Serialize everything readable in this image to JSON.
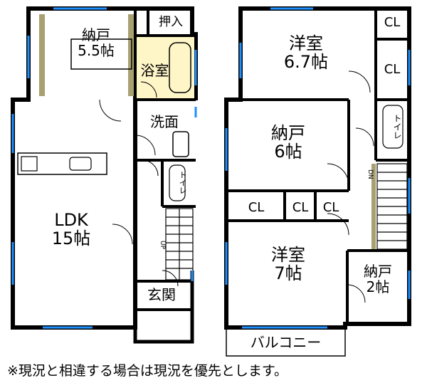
{
  "rooms": {
    "nando_1f": "納戸\n5.5帖",
    "oshiire": "押入",
    "bath": "浴室",
    "senmen": "洗面",
    "toilet_1f": "トイレ",
    "ldk": "LDK\n15帖",
    "genkan": "玄関",
    "youshitsu_67": "洋室\n6.7帖",
    "cl_a": "CL",
    "cl_b": "CL",
    "toilet_2f": "トイレ",
    "nando_6": "納戸\n6帖",
    "cl_c": "CL",
    "cl_d": "CL",
    "cl_e": "CL",
    "youshitsu_7": "洋室\n7帖",
    "nando_2": "納戸\n2帖",
    "balcony": "バルコニー"
  },
  "stairs": {
    "up": "UP",
    "down": "DN"
  },
  "note": "※現況と相違する場合は現況を優先とします。",
  "colors": {
    "wall": "#000000",
    "window": "#1e90ff",
    "bath_fill": "#fff6c8",
    "tatami": "#a8a070"
  }
}
